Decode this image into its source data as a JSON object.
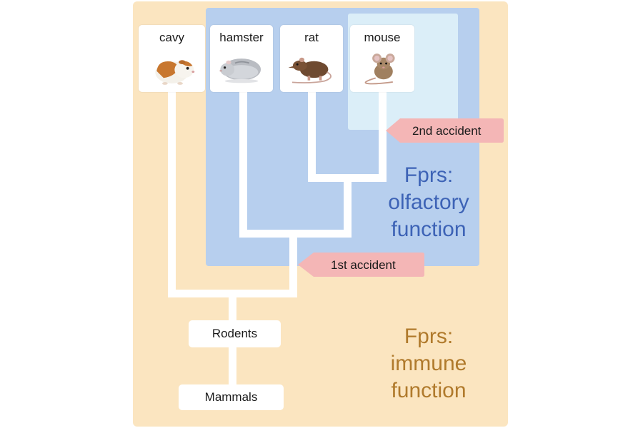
{
  "diagram": {
    "species": [
      {
        "label": "cavy",
        "icon": "guinea-pig-icon"
      },
      {
        "label": "hamster",
        "icon": "hamster-icon"
      },
      {
        "label": "rat",
        "icon": "rat-icon"
      },
      {
        "label": "mouse",
        "icon": "mouse-icon"
      }
    ],
    "nodes": {
      "rodents": "Rodents",
      "mammals": "Mammals"
    },
    "events": {
      "first": "1st accident",
      "second": "2nd accident"
    },
    "regions": {
      "olfactory": {
        "line1": "Fprs:",
        "line2": "olfactory",
        "line3": "function"
      },
      "immune": {
        "line1": "Fprs:",
        "line2": "immune",
        "line3": "function"
      }
    },
    "colors": {
      "immune_panel": "#fbe5c0",
      "olfactory_panel": "#b7cfee",
      "mouse_panel": "#dbeef8",
      "accident_callout": "#f4b6b6",
      "olfactory_text": "#3d63b6",
      "immune_text": "#b07a2c"
    }
  }
}
